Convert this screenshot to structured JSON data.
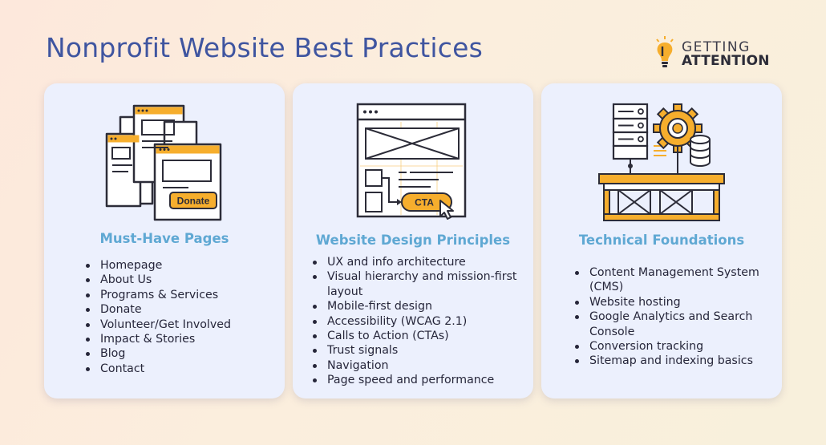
{
  "page": {
    "title": "Nonprofit Website Best Practices"
  },
  "logo": {
    "line1": "GETTING",
    "line2": "ATTENTION",
    "icon": "lightbulb-icon"
  },
  "colors": {
    "title": "#3f55a0",
    "card_heading": "#5fa8d3",
    "accent_orange": "#f6ae2d",
    "card_bg": "#ecf0fd"
  },
  "cards": [
    {
      "heading": "Must-Have Pages",
      "icon": "web-pages-icon",
      "illustration_label": "Donate",
      "items": [
        "Homepage",
        "About Us",
        "Programs & Services",
        "Donate",
        "Volunteer/Get Involved",
        "Impact & Stories",
        "Blog",
        "Contact"
      ]
    },
    {
      "heading": "Website Design Principles",
      "icon": "wireframe-icon",
      "illustration_label": "CTA",
      "items": [
        "UX and info architecture",
        "Visual hierarchy and mission-first layout",
        "Mobile-first design",
        "Accessibility (WCAG 2.1)",
        "Calls to Action (CTAs)",
        "Trust signals",
        "Navigation",
        "Page speed and performance"
      ]
    },
    {
      "heading": "Technical Foundations",
      "icon": "server-gear-icon",
      "items": [
        "Content Management System (CMS)",
        "Website hosting",
        "Google Analytics and Search Console",
        "Conversion tracking",
        "Sitemap and indexing basics"
      ]
    }
  ]
}
